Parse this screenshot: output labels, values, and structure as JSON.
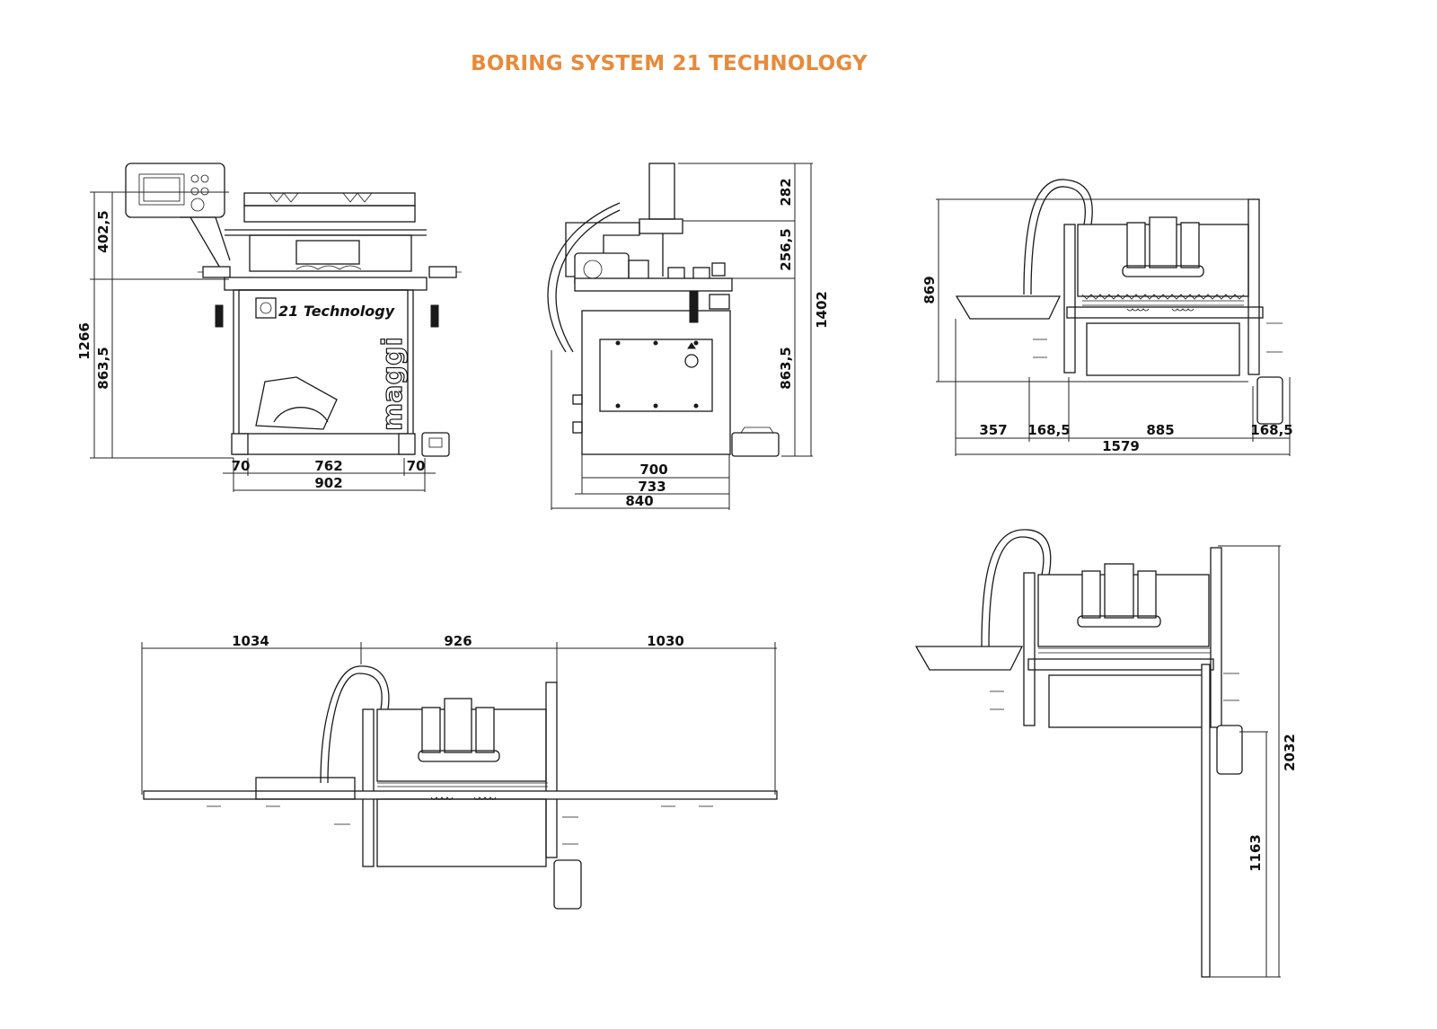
{
  "title": "BORING SYSTEM 21 TECHNOLOGY",
  "title_color": "#e88a3a",
  "front_view": {
    "brand_logo": "21 Technology",
    "maker": "maggi",
    "dims": {
      "h_total": "1266",
      "h_top": "402,5",
      "h_base": "863,5",
      "w_left": "70",
      "w_mid": "762",
      "w_right": "70",
      "w_total": "902"
    }
  },
  "side_view": {
    "dims": {
      "h_top": "282",
      "h_mid": "256,5",
      "h_base": "863,5",
      "h_total": "1402",
      "w_a": "700",
      "w_b": "733",
      "w_c": "840"
    }
  },
  "top_view_right": {
    "dims": {
      "depth": "869",
      "w_a": "357",
      "w_b": "168,5",
      "w_c": "885",
      "w_d": "168,5",
      "w_total": "1579"
    }
  },
  "top_view_extended": {
    "dims": {
      "left": "1034",
      "mid": "926",
      "right": "1030"
    }
  },
  "top_view_fence": {
    "dims": {
      "total": "2032",
      "fence": "1163"
    }
  }
}
